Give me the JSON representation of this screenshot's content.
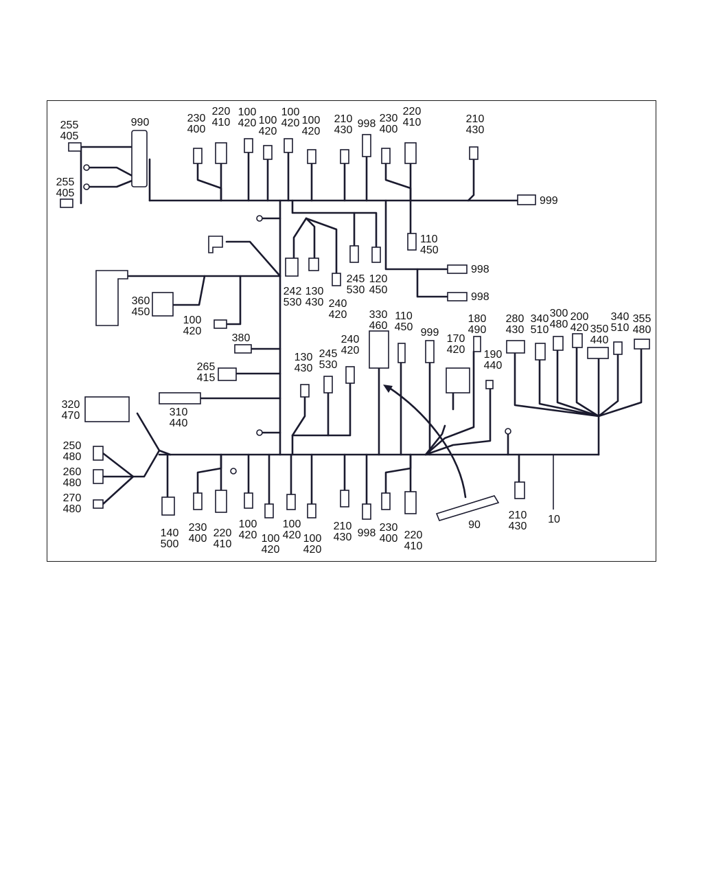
{
  "labels": {
    "l_255_405_a": [
      "255",
      "405"
    ],
    "l_255_405_b": [
      "255",
      "405"
    ],
    "l_990": [
      "990"
    ],
    "t_230_400": [
      "230",
      "400"
    ],
    "t_220_410": [
      "220",
      "410"
    ],
    "t_100_420_a": [
      "100",
      "420"
    ],
    "t_100_420_b": [
      "100",
      "420"
    ],
    "t_100_420_c": [
      "100",
      "420"
    ],
    "t_100_420_d": [
      "100",
      "420"
    ],
    "t_210_430": [
      "210",
      "430"
    ],
    "t_998": [
      "998"
    ],
    "t_230_400_b": [
      "230",
      "400"
    ],
    "t_220_410_b": [
      "220",
      "410"
    ],
    "t_210_430_b": [
      "210",
      "430"
    ],
    "r_999": [
      "999"
    ],
    "r_110_450": [
      "110",
      "450"
    ],
    "r_998_a": [
      "998"
    ],
    "r_998_b": [
      "998"
    ],
    "c_242_530": [
      "242",
      "530"
    ],
    "c_130_430": [
      "130",
      "430"
    ],
    "c_240_420": [
      "240",
      "420"
    ],
    "c_245_530": [
      "245",
      "530"
    ],
    "c_120_450": [
      "120",
      "450"
    ],
    "m_360_450": [
      "360",
      "450"
    ],
    "m_100_420": [
      "100",
      "420"
    ],
    "m_380": [
      "380"
    ],
    "m_265_415": [
      "265",
      "415"
    ],
    "m_310_440": [
      "310",
      "440"
    ],
    "m_130_430": [
      "130",
      "430"
    ],
    "m_245_530": [
      "245",
      "530"
    ],
    "m_240_420": [
      "240",
      "420"
    ],
    "m_330_460": [
      "330",
      "460"
    ],
    "m_110_450": [
      "110",
      "450"
    ],
    "m_999": [
      "999"
    ],
    "m_170_420": [
      "170",
      "420"
    ],
    "m_180_490": [
      "180",
      "490"
    ],
    "m_190_440": [
      "190",
      "440"
    ],
    "rr_280_430": [
      "280",
      "430"
    ],
    "rr_340_510_a": [
      "340",
      "510"
    ],
    "rr_300_480": [
      "300",
      "480"
    ],
    "rr_200_420": [
      "200",
      "420"
    ],
    "rr_350_440": [
      "350",
      "440"
    ],
    "rr_340_510_b": [
      "340",
      "510"
    ],
    "rr_355_480": [
      "355",
      "480"
    ],
    "lf_320_470": [
      "320",
      "470"
    ],
    "lf_250_480": [
      "250",
      "480"
    ],
    "lf_260_480": [
      "260",
      "480"
    ],
    "lf_270_480": [
      "270",
      "480"
    ],
    "b_140_500": [
      "140",
      "500"
    ],
    "b_230_400": [
      "230",
      "400"
    ],
    "b_220_410": [
      "220",
      "410"
    ],
    "b_100_420_a": [
      "100",
      "420"
    ],
    "b_100_420_b": [
      "100",
      "420"
    ],
    "b_100_420_c": [
      "100",
      "420"
    ],
    "b_100_420_d": [
      "100",
      "420"
    ],
    "b_210_430": [
      "210",
      "430"
    ],
    "b_998": [
      "998"
    ],
    "b_230_400_b": [
      "230",
      "400"
    ],
    "b_220_410_b": [
      "220",
      "410"
    ],
    "b_90": [
      "90"
    ],
    "b_210_430_c": [
      "210",
      "430"
    ],
    "b_10": [
      "10"
    ]
  }
}
